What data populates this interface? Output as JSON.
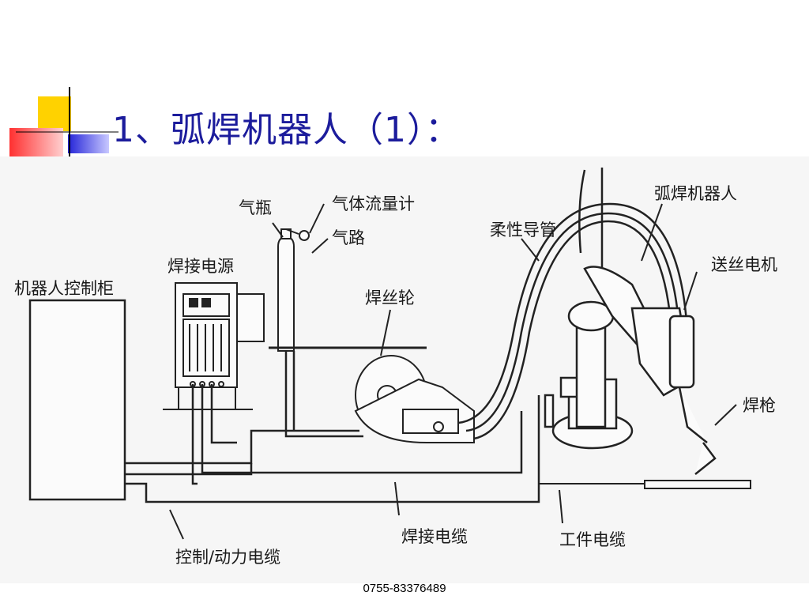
{
  "title": "1、弧焊机器人（1）：",
  "labels": {
    "robot_controller": "机器人控制柜",
    "welding_power": "焊接电源",
    "gas_cylinder": "气瓶",
    "gas_flowmeter": "气体流量计",
    "gas_line": "气路",
    "wire_reel": "焊丝轮",
    "flexible_conduit": "柔性导管",
    "arc_welding_robot": "弧焊机器人",
    "wire_feed_motor": "送丝电机",
    "welding_torch": "焊枪",
    "welding_cable": "焊接电缆",
    "workpiece_cable": "工件电缆",
    "control_power_cable": "控制/动力电缆"
  },
  "footer": {
    "phone": "0755-83376489"
  },
  "colors": {
    "title": "#1c1c9c",
    "accent_yellow": "#ffd200",
    "accent_blue": "#2b2bd6",
    "accent_red": "#ff3b3b"
  }
}
